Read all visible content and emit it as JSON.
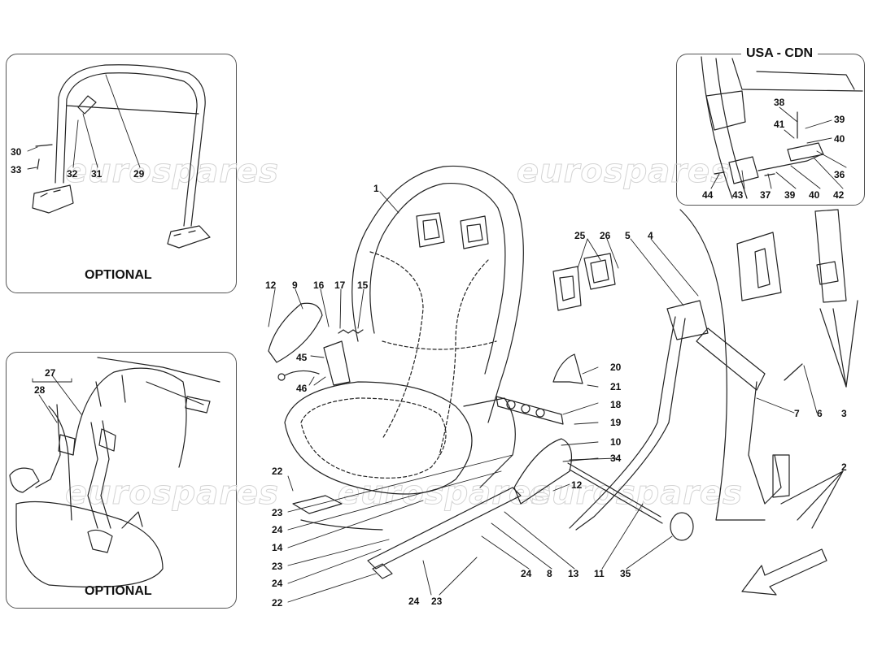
{
  "watermark": "eurospares",
  "insets": {
    "top_left_title": "OPTIONAL",
    "bottom_left_title": "OPTIONAL",
    "top_right_title": "USA - CDN"
  },
  "callouts": {
    "c1": "1",
    "c2": "2",
    "c3": "3",
    "c4": "4",
    "c5": "5",
    "c6": "6",
    "c7": "7",
    "c8": "8",
    "c9": "9",
    "c10": "10",
    "c11": "11",
    "c12": "12",
    "c13": "13",
    "c14": "14",
    "c15": "15",
    "c16": "16",
    "c17": "17",
    "c18": "18",
    "c19": "19",
    "c20": "20",
    "c21": "21",
    "c22": "22",
    "c23": "23",
    "c24": "24",
    "c25": "25",
    "c26": "26",
    "c27": "27",
    "c28": "28",
    "c29": "29",
    "c30": "30",
    "c31": "31",
    "c32": "32",
    "c33": "33",
    "c34": "34",
    "c35": "35",
    "c36": "36",
    "c37": "37",
    "c38": "38",
    "c39": "39",
    "c40": "40",
    "c41": "41",
    "c42": "42",
    "c43": "43",
    "c44": "44",
    "c45": "45",
    "c46": "46"
  }
}
